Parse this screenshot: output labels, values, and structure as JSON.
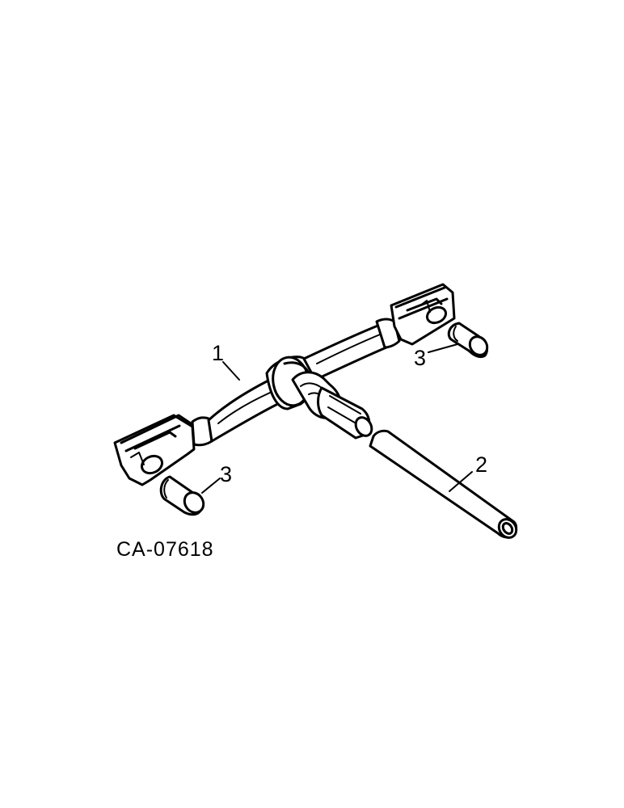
{
  "callouts": {
    "tension_rod": "1",
    "handle": "2",
    "pin_right": "3",
    "pin_left": "3"
  },
  "figure_code": "CA-07618"
}
